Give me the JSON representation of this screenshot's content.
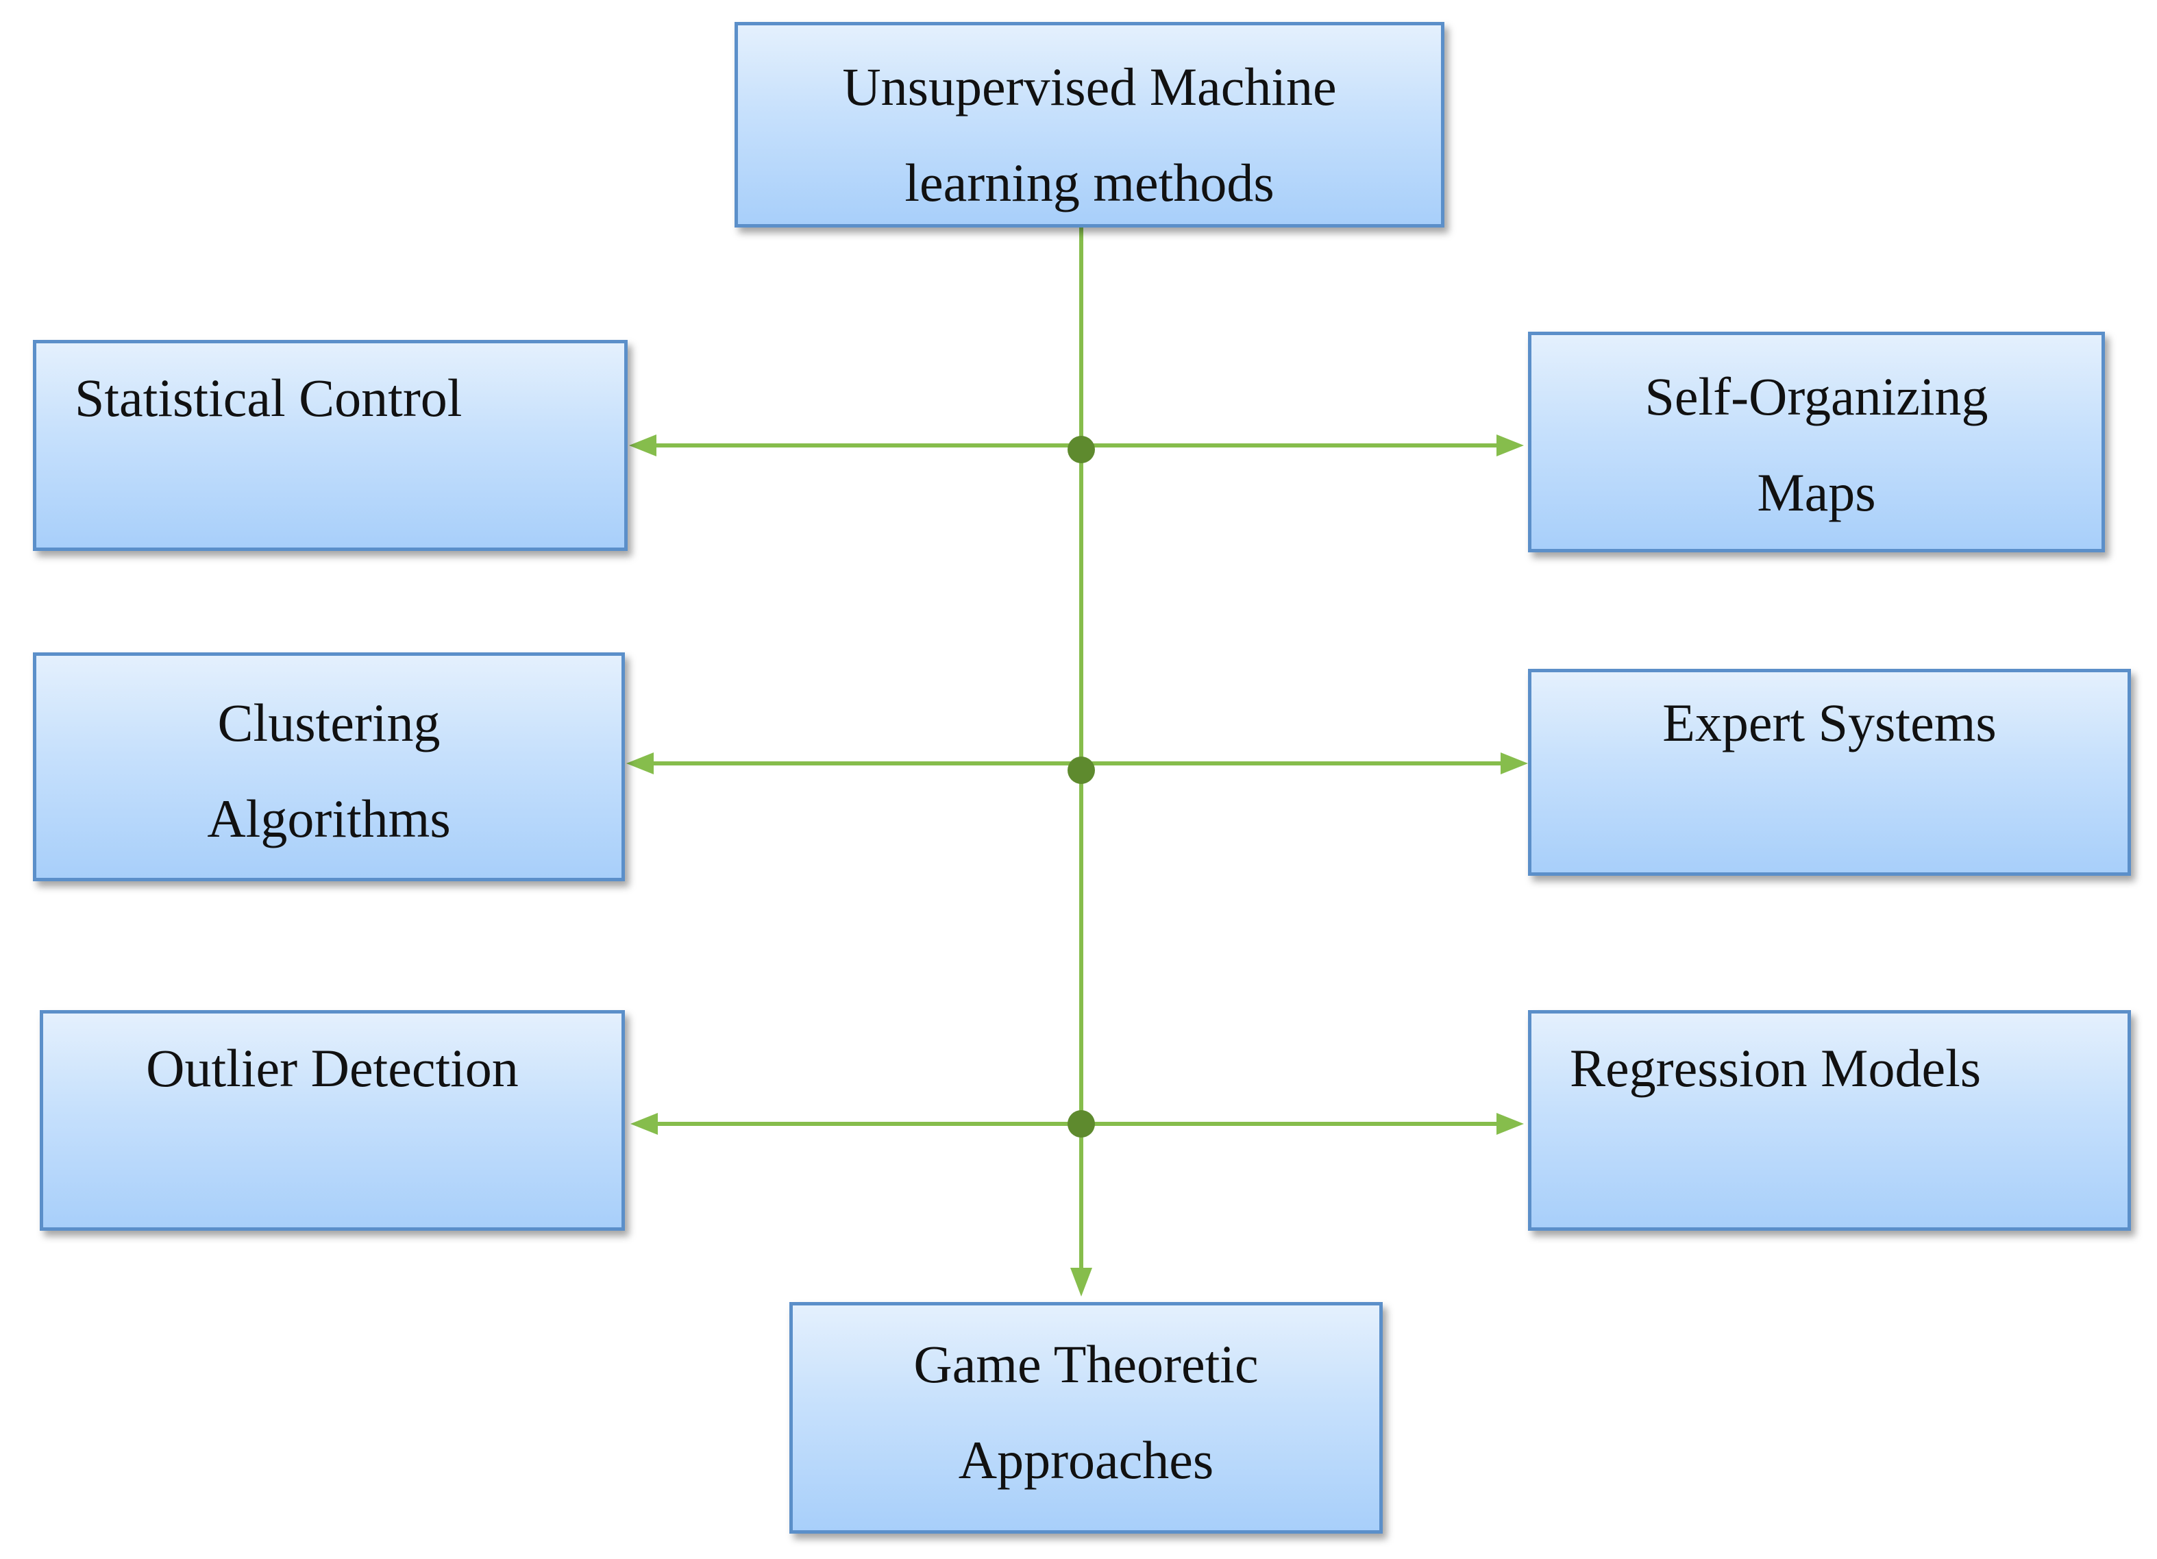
{
  "diagram": {
    "root": {
      "label": "Unsupervised Machine\nlearning methods"
    },
    "left_nodes": [
      {
        "label": "Statistical Control"
      },
      {
        "label": "Clustering\nAlgorithms"
      },
      {
        "label": "Outlier Detection"
      }
    ],
    "right_nodes": [
      {
        "label": "Self-Organizing\nMaps"
      },
      {
        "label": "Expert Systems"
      },
      {
        "label": "Regression Models"
      }
    ],
    "bottom_node": {
      "label": "Game Theoretic\nApproaches"
    },
    "colors": {
      "box_border": "#5b8fc9",
      "box_fill_top": "#e4f0fd",
      "box_fill_bottom": "#a8cffa",
      "connector": "#86bd4c",
      "junction": "#5e8a2e",
      "text": "#111111"
    }
  }
}
